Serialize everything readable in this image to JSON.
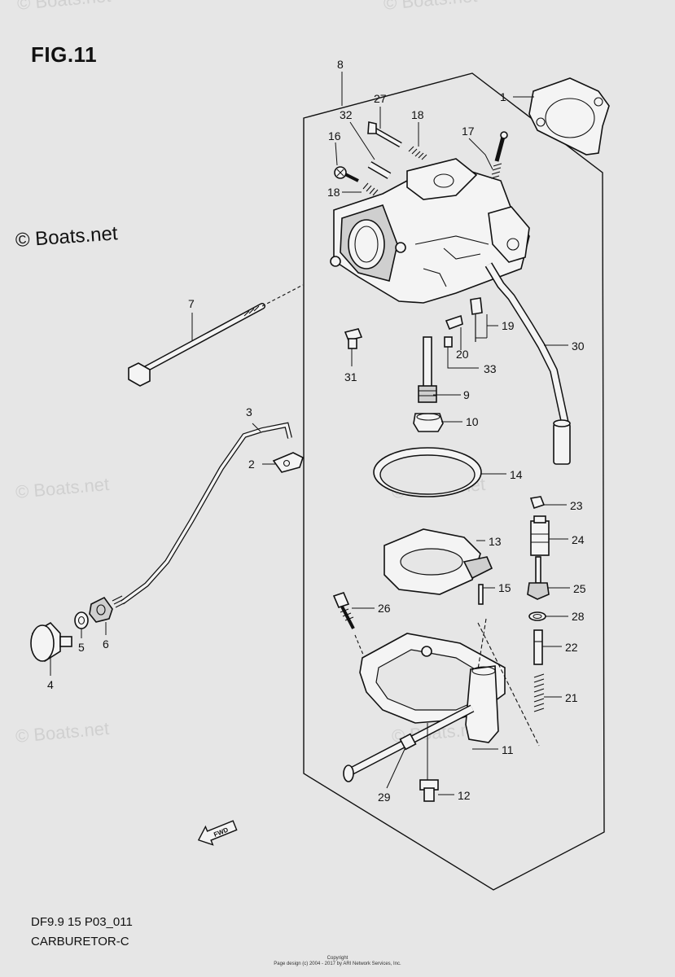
{
  "figure": {
    "title": "FIG.11",
    "code": "DF9.9 15 P03_011",
    "name": "CARBURETOR-C",
    "direction_label": "FWD"
  },
  "watermarks": {
    "main": "© Boats.net",
    "faint": [
      "© Boats.net",
      "© Boats.net",
      "© Boats.net",
      "© Boats.net",
      "© Boats.net",
      "© Boats.net"
    ]
  },
  "copyright": {
    "line1": "Copyright",
    "line2": "Page design (c) 2004 - 2017 by ARI Network Services, Inc."
  },
  "callouts": [
    "1",
    "2",
    "3",
    "4",
    "5",
    "6",
    "7",
    "8",
    "9",
    "10",
    "11",
    "12",
    "13",
    "14",
    "15",
    "16",
    "17",
    "18",
    "18",
    "19",
    "20",
    "21",
    "22",
    "23",
    "24",
    "25",
    "26",
    "27",
    "28",
    "29",
    "30",
    "31",
    "32",
    "33"
  ]
}
